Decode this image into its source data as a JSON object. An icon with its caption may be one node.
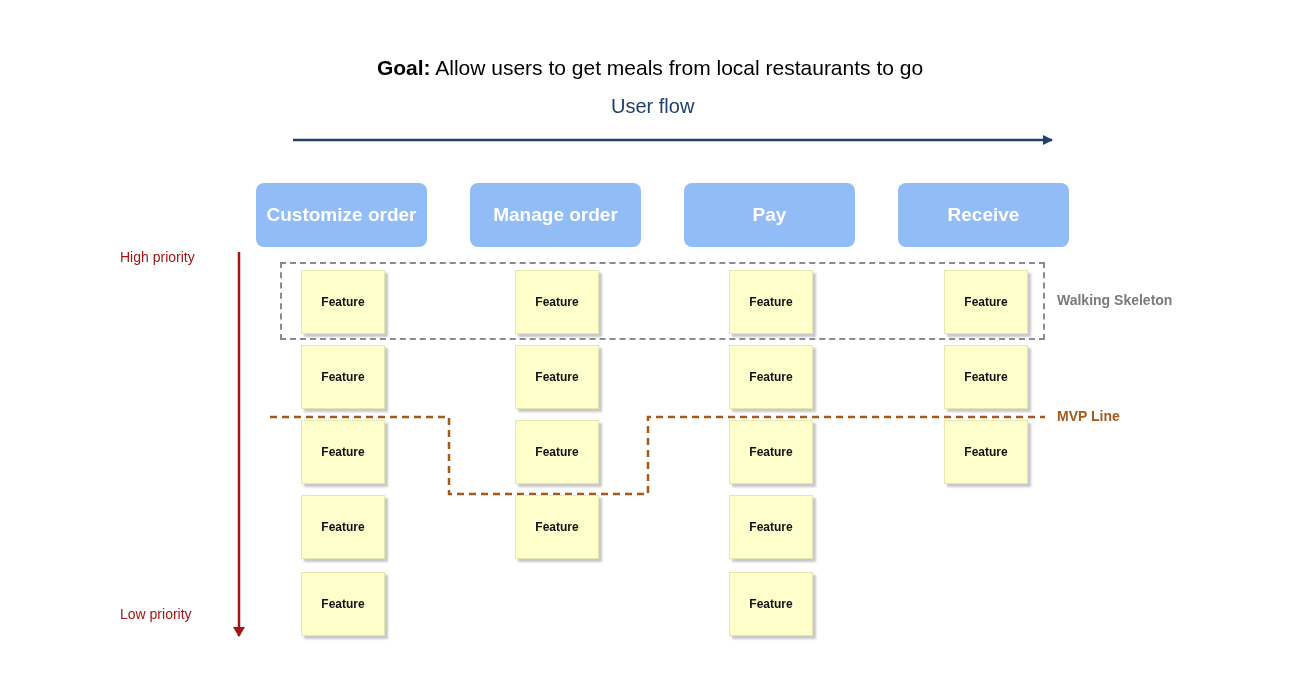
{
  "diagram": {
    "title": "**Goal:** Allow users to get meals from local restaurants to go",
    "nodes": [
      {
        "text": [
          "Customize order"
        ]
      },
      {
        "text": [
          "Manage order"
        ]
      },
      {
        "text": [
          "Pay"
        ]
      },
      {
        "text": [
          "Receive"
        ]
      },
      {
        "text": [
          "Walking Skeleton"
        ]
      },
      {
        "text": [
          "Feature"
        ],
        "in": 4
      },
      {
        "text": [
          "Feature"
        ],
        "in": 4
      },
      {
        "text": [
          "Feature"
        ],
        "in": 4
      },
      {
        "text": [
          "Feature"
        ],
        "in": 4
      },
      {
        "text": [
          "Feature"
        ]
      },
      {
        "text": [
          "Feature"
        ]
      },
      {
        "text": [
          "Feature"
        ]
      },
      {
        "text": [
          "Feature"
        ]
      },
      {
        "text": [
          "Feature"
        ]
      },
      {
        "text": [
          "Feature"
        ]
      },
      {
        "text": [
          "Feature"
        ]
      },
      {
        "text": [
          "Feature"
        ]
      },
      {
        "text": [
          "Feature"
        ]
      },
      {
        "text": [
          "Feature"
        ]
      },
      {
        "text": [
          "Feature"
        ]
      },
      {
        "text": [
          "Feature"
        ]
      },
      {
        "text": [
          "Feature"
        ]
      }
    ],
    "labels": [
      "User flow",
      "High priority",
      "Low priority",
      "MVP Line"
    ]
  }
}
